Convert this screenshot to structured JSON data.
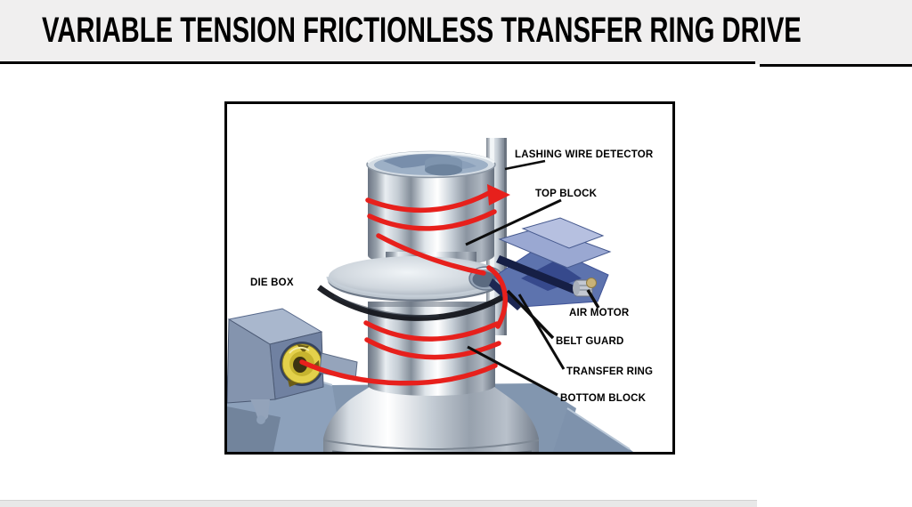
{
  "slide": {
    "title": "VARIABLE TENSION FRICTIONLESS TRANSFER RING DRIVE"
  },
  "figure": {
    "labels": [
      {
        "id": "lashing-wire-detector",
        "text": "LASHING WIRE DETECTOR"
      },
      {
        "id": "top-block",
        "text": "TOP BLOCK"
      },
      {
        "id": "die-box",
        "text": "DIE BOX"
      },
      {
        "id": "air-motor",
        "text": "AIR MOTOR"
      },
      {
        "id": "belt-guard",
        "text": "BELT GUARD"
      },
      {
        "id": "transfer-ring",
        "text": "TRANSFER RING"
      },
      {
        "id": "bottom-block",
        "text": "BOTTOM BLOCK"
      }
    ],
    "colors": {
      "wire_red": "#e7201c",
      "machinery_blue": "#5d73ae",
      "hub_yellow": "#e4d14b",
      "metal_light": "#f0f4f7",
      "metal_dark": "#6b7583",
      "header_gray": "#f0efef",
      "footer_gray": "#e8e8e8"
    }
  }
}
